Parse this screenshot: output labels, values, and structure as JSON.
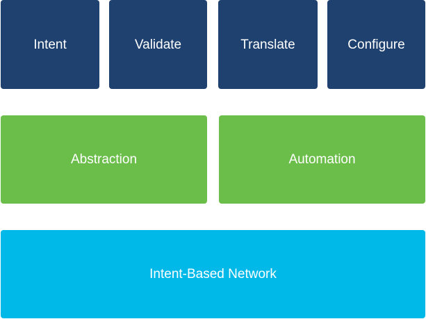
{
  "diagram": {
    "top_row": {
      "intent": "Intent",
      "validate": "Validate",
      "translate": "Translate",
      "configure": "Configure"
    },
    "middle_row": {
      "abstraction": "Abstraction",
      "automation": "Automation"
    },
    "bottom_row": {
      "network": "Intent-Based Network"
    },
    "colors": {
      "top_row": "#1f4170",
      "middle_row": "#6cbe4b",
      "bottom_row": "#00b9e8",
      "text": "#ffffff"
    }
  }
}
